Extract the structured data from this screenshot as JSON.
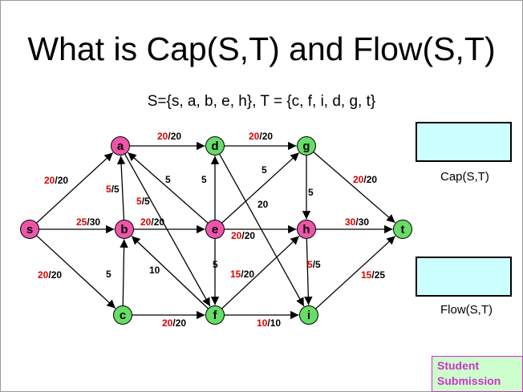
{
  "title": "What is Cap(S,T) and Flow(S,T)",
  "subtitle": "S={s, a, b, e, h},     T = {c, f, i, d, g, t}",
  "colors": {
    "pink_node": "#ee55aa",
    "green_node": "#66dd66",
    "flow_red": "#dd0000",
    "box_fill": "#ccffff",
    "submission_text": "#cc33cc"
  },
  "graph": {
    "nodes": [
      {
        "id": "s",
        "label": "s",
        "color": "pink"
      },
      {
        "id": "a",
        "label": "a",
        "color": "pink"
      },
      {
        "id": "b",
        "label": "b",
        "color": "pink"
      },
      {
        "id": "e",
        "label": "e",
        "color": "pink"
      },
      {
        "id": "h",
        "label": "h",
        "color": "pink"
      },
      {
        "id": "c",
        "label": "c",
        "color": "green"
      },
      {
        "id": "d",
        "label": "d",
        "color": "green"
      },
      {
        "id": "f",
        "label": "f",
        "color": "green"
      },
      {
        "id": "g",
        "label": "g",
        "color": "green"
      },
      {
        "id": "i",
        "label": "i",
        "color": "green"
      },
      {
        "id": "t",
        "label": "t",
        "color": "green"
      }
    ],
    "edges": [
      {
        "from": "s",
        "to": "a",
        "flow": "20",
        "cap": "20"
      },
      {
        "from": "s",
        "to": "b",
        "flow": "25",
        "cap": "30"
      },
      {
        "from": "s",
        "to": "c",
        "flow": "20",
        "cap": "20"
      },
      {
        "from": "a",
        "to": "d",
        "flow": "20",
        "cap": "20"
      },
      {
        "from": "b",
        "to": "a",
        "flow": "5",
        "cap": "5"
      },
      {
        "from": "e",
        "to": "a",
        "flow": "",
        "cap": "5"
      },
      {
        "from": "a",
        "to": "f",
        "flow": "5",
        "cap": "5"
      },
      {
        "from": "b",
        "to": "e",
        "flow": "20",
        "cap": "20"
      },
      {
        "from": "c",
        "to": "b",
        "flow": "",
        "cap": "5"
      },
      {
        "from": "f",
        "to": "b",
        "flow": "",
        "cap": "10"
      },
      {
        "from": "c",
        "to": "f",
        "flow": "20",
        "cap": "20"
      },
      {
        "from": "d",
        "to": "g",
        "flow": "20",
        "cap": "20"
      },
      {
        "from": "e",
        "to": "d",
        "flow": "",
        "cap": "5"
      },
      {
        "from": "d",
        "to": "i",
        "flow": "",
        "cap": "20"
      },
      {
        "from": "e",
        "to": "g",
        "flow": "",
        "cap": "5"
      },
      {
        "from": "e",
        "to": "h",
        "flow": "20",
        "cap": "20"
      },
      {
        "from": "e",
        "to": "f",
        "flow": "",
        "cap": "5"
      },
      {
        "from": "g",
        "to": "h",
        "flow": "",
        "cap": "5"
      },
      {
        "from": "g",
        "to": "t",
        "flow": "20",
        "cap": "20"
      },
      {
        "from": "h",
        "to": "t",
        "flow": "30",
        "cap": "30"
      },
      {
        "from": "h",
        "to": "i",
        "flow": "5",
        "cap": "5"
      },
      {
        "from": "f",
        "to": "h",
        "flow": "15",
        "cap": "20"
      },
      {
        "from": "f",
        "to": "i",
        "flow": "10",
        "cap": "10"
      },
      {
        "from": "i",
        "to": "t",
        "flow": "15",
        "cap": "25"
      }
    ]
  },
  "cap_label": "Cap(S,T)",
  "flow_label": "Flow(S,T)",
  "submission_label": "Student Submission"
}
